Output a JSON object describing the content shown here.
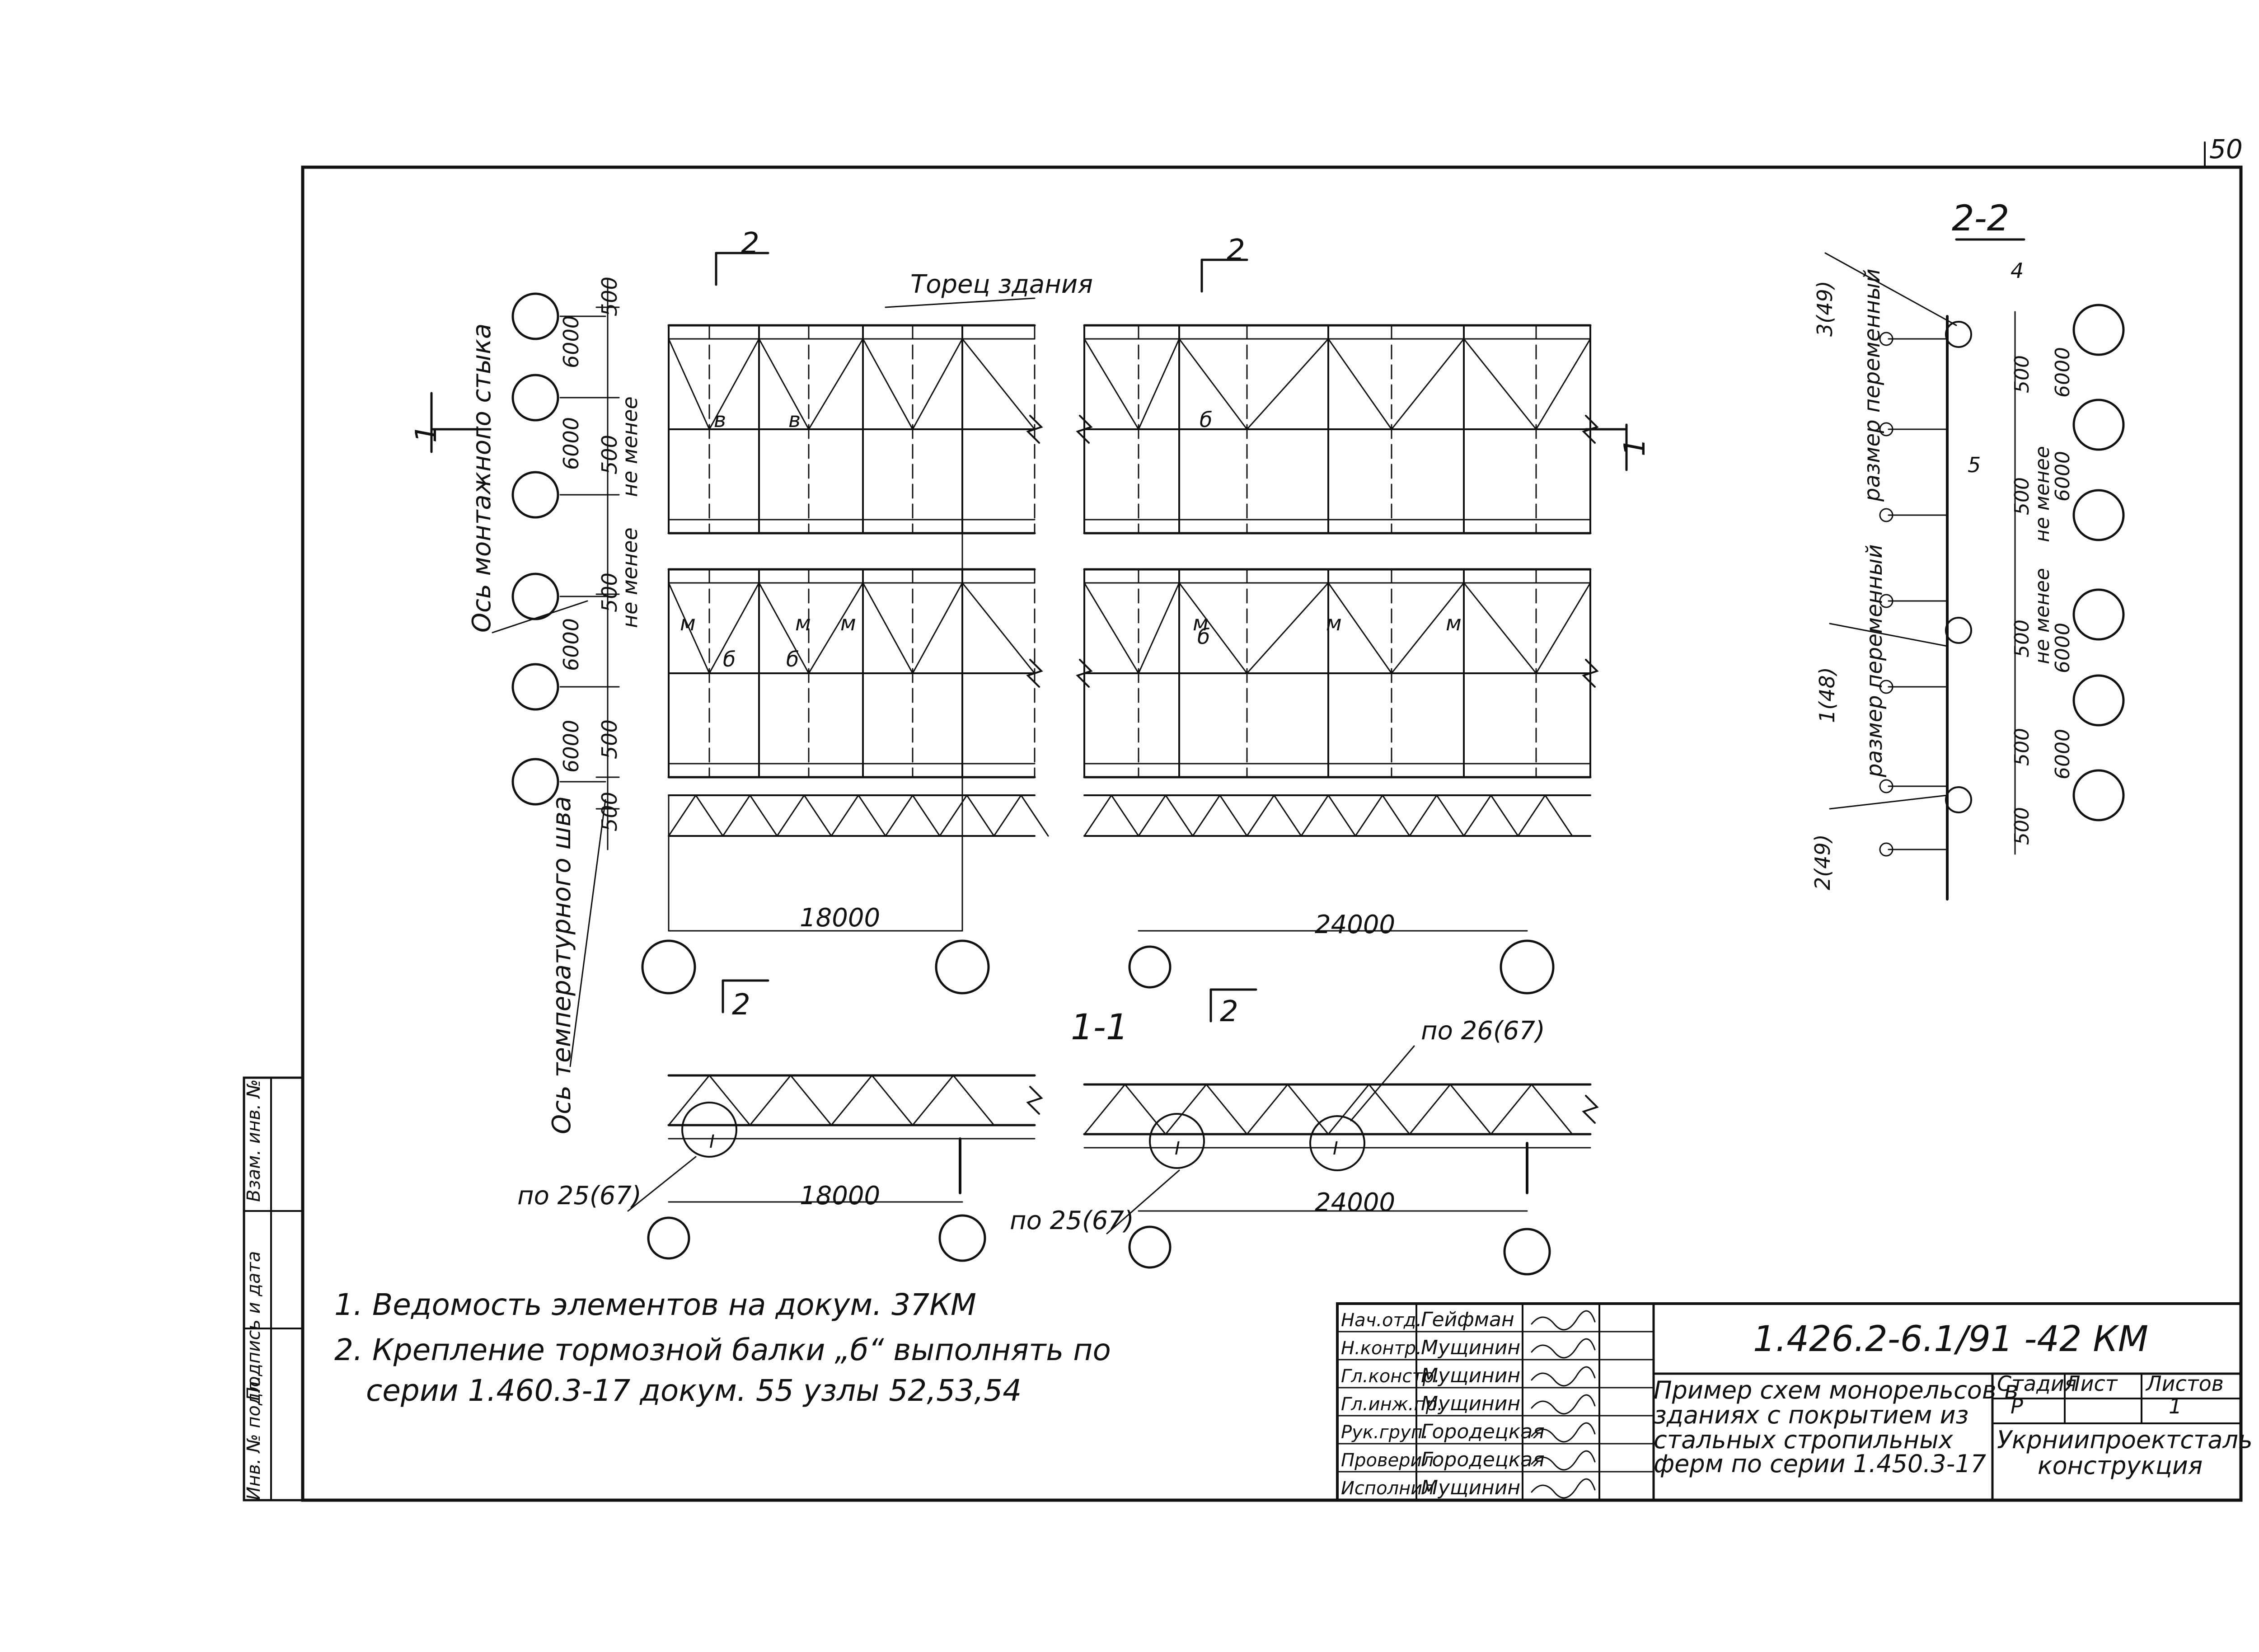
{
  "corner_mark": "50",
  "section_marks": {
    "s2": "2",
    "s1": "1",
    "sec11": "1-1",
    "sec22": "2-2"
  },
  "labels": {
    "building_end": "Торец здания",
    "mounting_joint_axis": "Ось монтажного стыка",
    "thermal_joint_axis": "Ось температурного шва",
    "size_variable": "размер переменный",
    "ref_26_67": "по 26(67)",
    "ref_25_67": "по 25(67)",
    "ref_3_49": "3(49)",
    "ref_1_48": "1(48)",
    "ref_2_49": "2(49)",
    "mark_4": "4",
    "mark_5": "5",
    "mark_v": "в",
    "mark_b": "б",
    "mark_m": "м",
    "io": "I"
  },
  "dims": {
    "d500": "500",
    "d6000": "6000",
    "not_less": "не менее",
    "span_18000": "18000",
    "span_24000": "24000"
  },
  "notes": [
    "1. Ведомость элементов на докум. 37КМ",
    "2. Крепление тормозной балки „б“ выполнять по",
    "серии 1.460.3-17 докум. 55 узлы 52,53,54"
  ],
  "side_stamp": [
    "Инв. № подл.",
    "Подпись и дата",
    "Взам. инв. №"
  ],
  "title_block": {
    "code": "1.426.2-6.1/91 -42 КМ",
    "title_lines": [
      "Пример схем монорельсов в",
      "зданиях с покрытием из",
      "стальных стропильных",
      "ферм по серии 1.450.3-17"
    ],
    "stage_header": "Стадия",
    "sheet_header": "Лист",
    "sheets_header": "Листов",
    "stage": "Р",
    "sheets": "1",
    "org_lines": [
      "Укрниипроектсталь",
      "конструкция"
    ],
    "signers": [
      {
        "role": "Нач.отд.",
        "name": "Гейфман"
      },
      {
        "role": "Н.контр.",
        "name": "Мущинин"
      },
      {
        "role": "Гл.констр.",
        "name": "Мущинин"
      },
      {
        "role": "Гл.инж.пр.",
        "name": "Мущинин"
      },
      {
        "role": "Рук.груп.",
        "name": "Городецкая"
      },
      {
        "role": "Проверил",
        "name": "Городецкая"
      },
      {
        "role": "Исполнил",
        "name": "Мущинин"
      }
    ]
  }
}
